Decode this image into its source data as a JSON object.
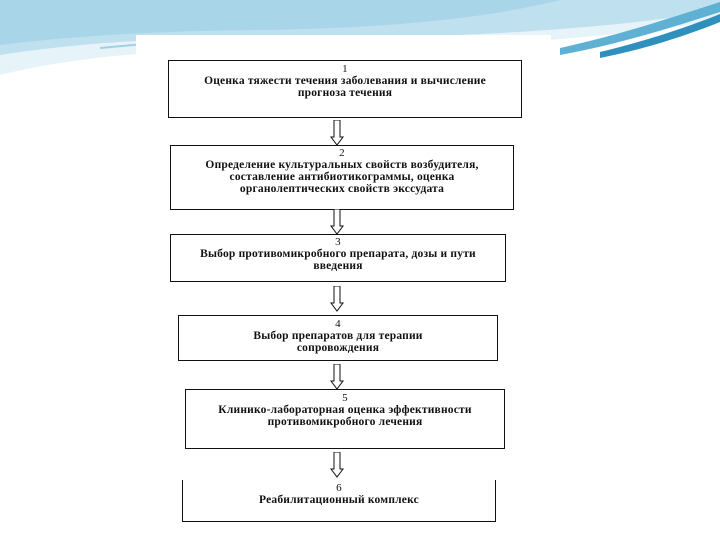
{
  "steps": [
    {
      "num": "1",
      "text": "Оценка тяжести течения заболевания и вычисление прогноза течения"
    },
    {
      "num": "2",
      "text": "Определение культуральных свойств возбудителя, составление антибиотикограммы, оценка органолептических свойств экссудата"
    },
    {
      "num": "3",
      "text": "Выбор противомикробного препарата, дозы и пути введения"
    },
    {
      "num": "4",
      "text": "Выбор препаратов для терапии сопровождения"
    },
    {
      "num": "5",
      "text": "Клинико-лабораторная оценка эффективности противомикробного лечения"
    },
    {
      "num": "6",
      "text": "Реабилитационный комплекс"
    }
  ],
  "colors": {
    "wave_light": "#cfe8f3",
    "wave_mid": "#8ec8e0",
    "wave_dark": "#4aa3c9",
    "border": "#111111"
  }
}
